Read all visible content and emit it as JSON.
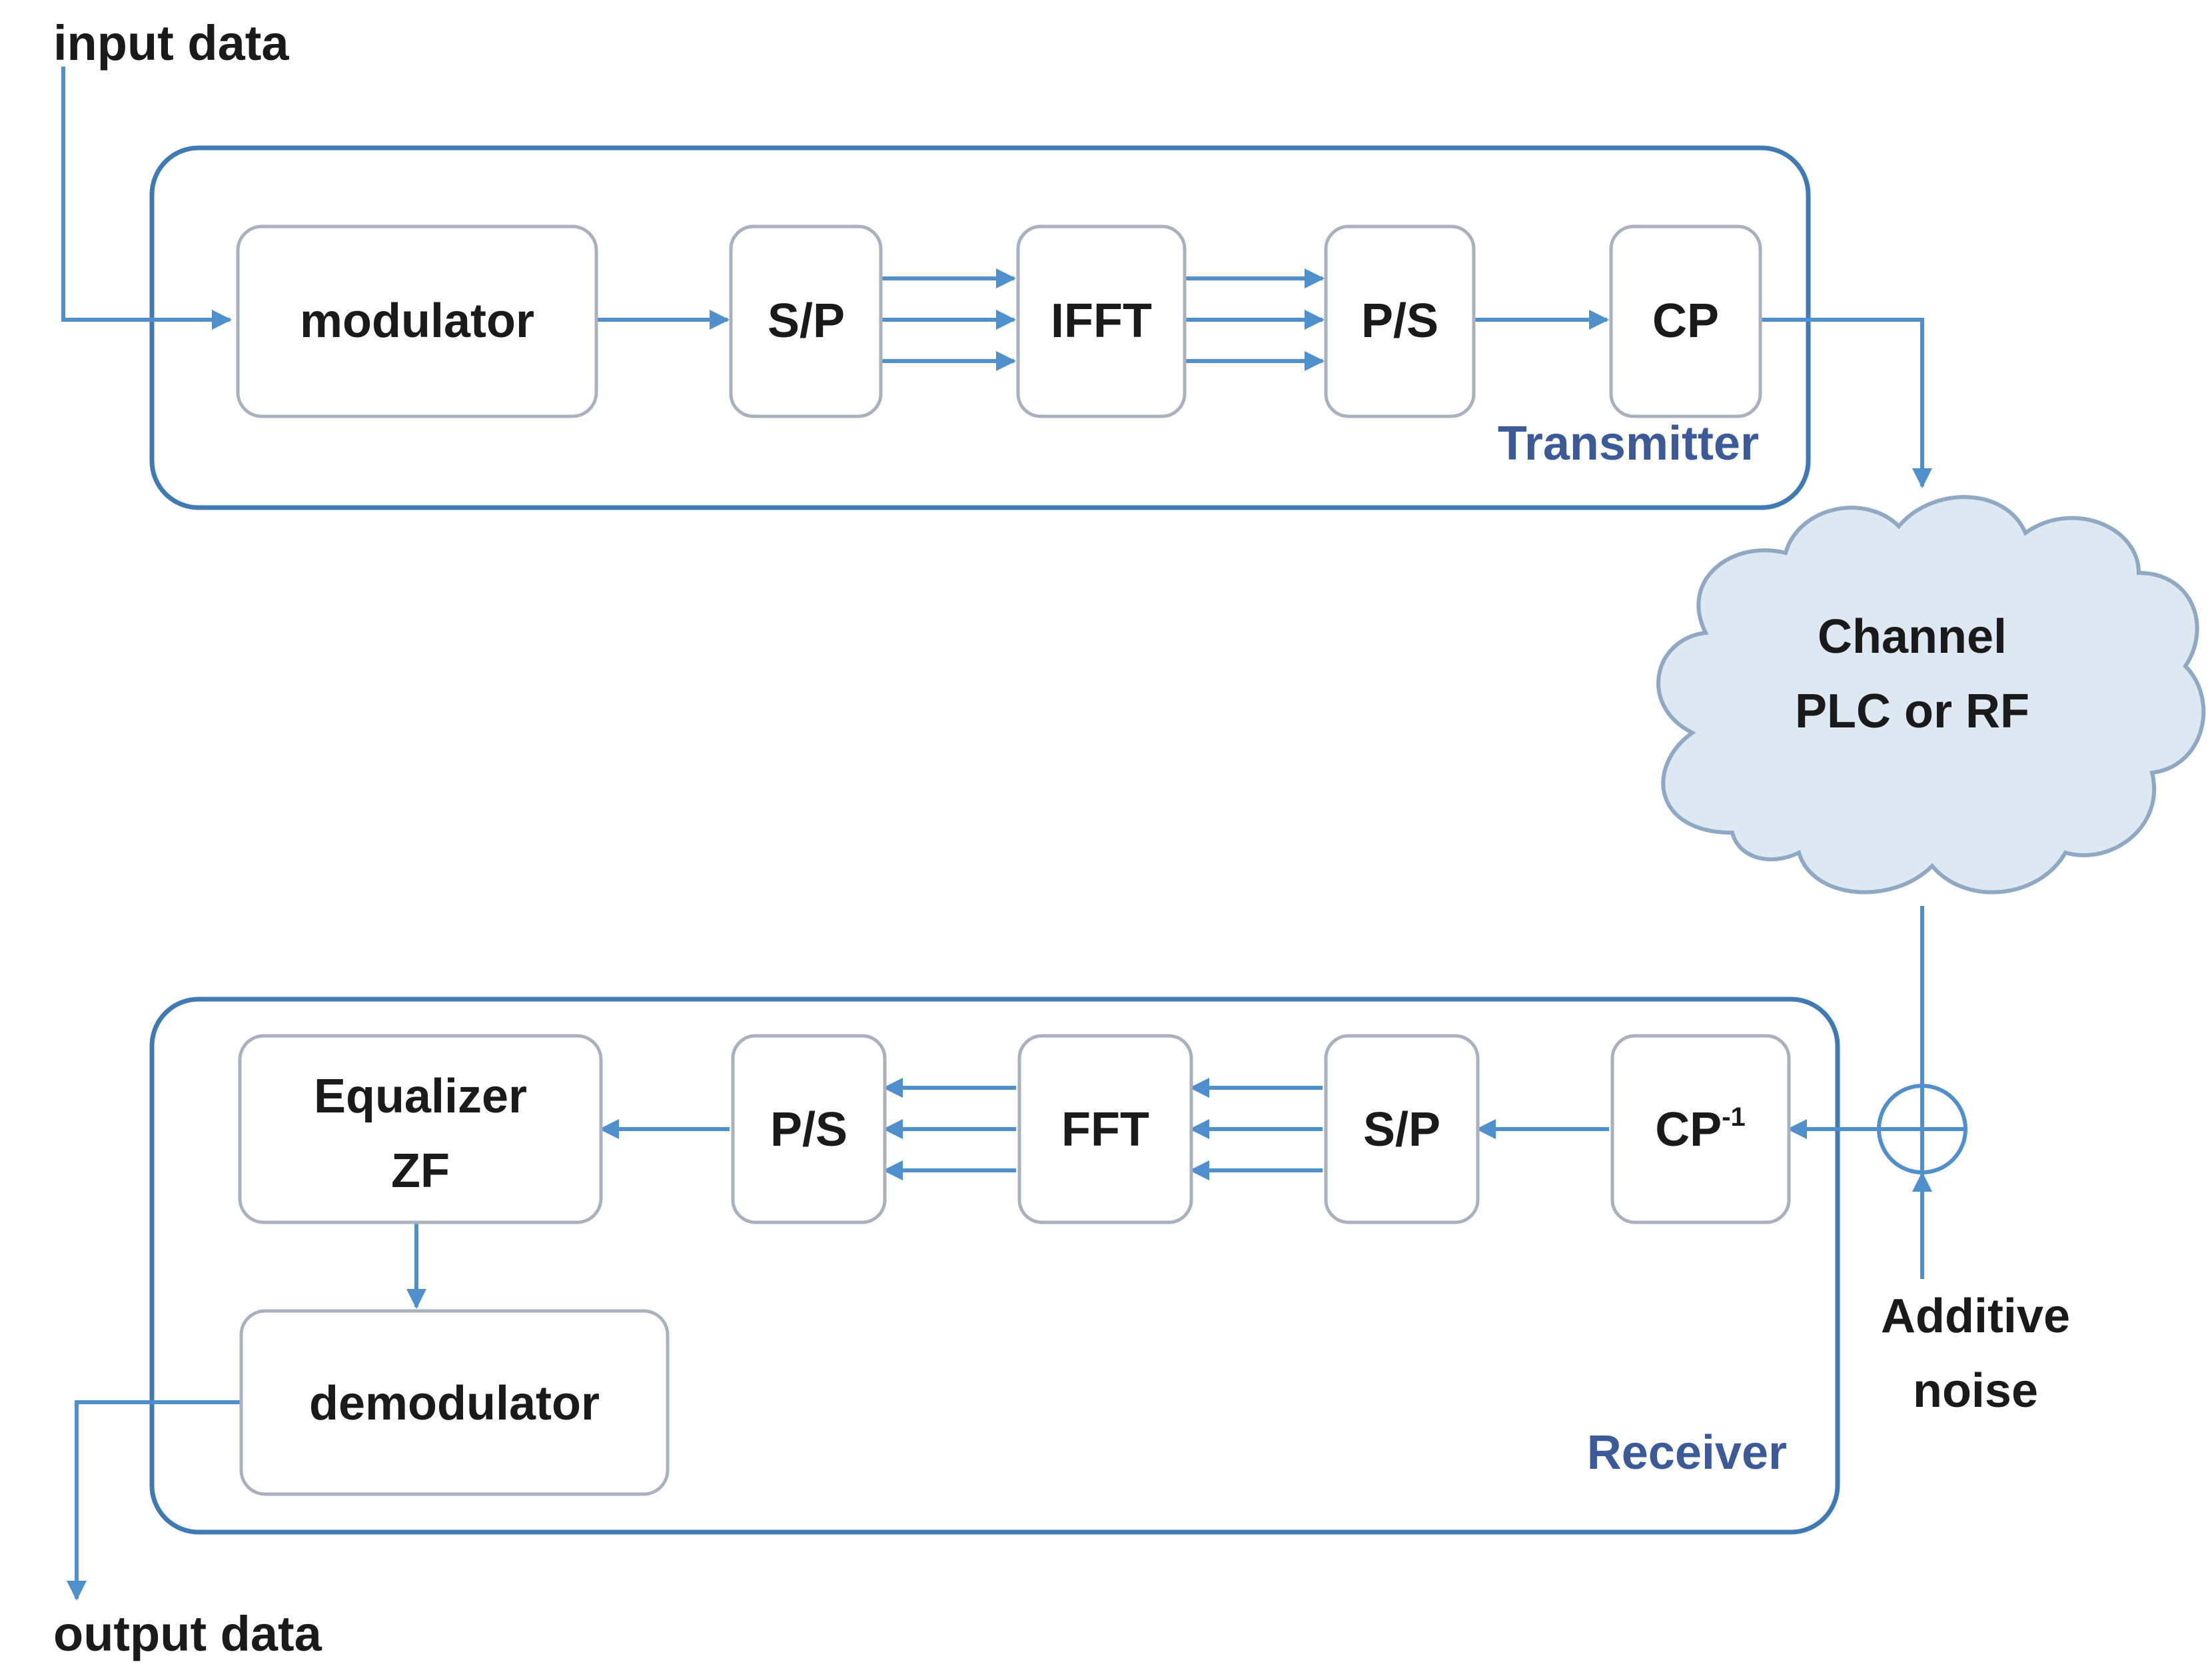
{
  "io": {
    "input": "input data",
    "output": "output data"
  },
  "transmitter": {
    "title": "Transmitter",
    "blocks": {
      "modulator": "modulator",
      "sp": "S/P",
      "ifft": "IFFT",
      "ps": "P/S",
      "cp": "CP"
    }
  },
  "channel": {
    "line1": "Channel",
    "line2": "PLC or RF"
  },
  "noise": {
    "line1": "Additive",
    "line2": "noise"
  },
  "receiver": {
    "title": "Receiver",
    "blocks": {
      "cp_inv": "CP",
      "cp_inv_sup": "-1",
      "sp": "S/P",
      "fft": "FFT",
      "ps": "P/S",
      "equalizer_line1": "Equalizer",
      "equalizer_line2": "ZF",
      "demodulator": "demodulator"
    }
  },
  "colors": {
    "wire": "#4e8fcc",
    "section_border": "#3f7ab5",
    "section_label": "#3b5a97",
    "cloud_fill": "#dde8f3",
    "block_border": "#a8b1bd"
  }
}
